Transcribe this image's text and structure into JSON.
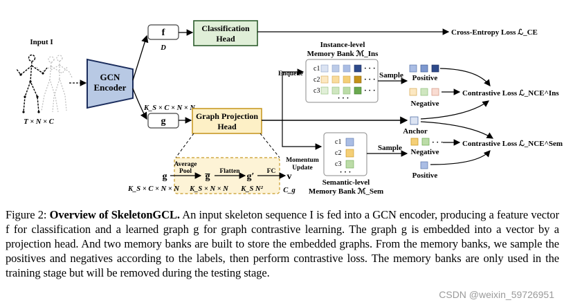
{
  "figure": {
    "input_label": "Input I",
    "input_dims": "T × N × C",
    "encoder_label_1": "GCN",
    "encoder_label_2": "Encoder",
    "f_symbol": "f",
    "f_dim": "D",
    "g_symbol": "g",
    "g_dim": "K_S × C × N × N",
    "classification_head_1": "Classification",
    "classification_head_2": "Head",
    "ce_loss": "Cross-Entropy Loss ℒ_CE",
    "projection_head_1": "Graph Projection",
    "projection_head_2": "Head",
    "instance_bank_1": "Instance-level",
    "instance_bank_2": "Memory Bank ℳ_Ins",
    "semantic_bank_1": "Semantic-level",
    "semantic_bank_2": "Memory Bank ℳ_Sem",
    "enqueue": "Enqueue",
    "momentum_1": "Momentum",
    "momentum_2": "Update",
    "sample_1": "Sample",
    "sample_2": "Sample",
    "positive_1": "Positive",
    "negative_1": "Negative",
    "anchor": "Anchor",
    "negative_2": "Negative",
    "positive_2": "Positive",
    "contrastive_ins": "Contrastive Loss ℒ_NCE^Ins",
    "contrastive_sem": "Contrastive Loss ℒ_NCE^Sem",
    "class_labels": [
      "c1",
      "c2",
      "c3"
    ],
    "ellipsis": "· · ·",
    "detail_g": "g",
    "detail_g_dim": "K_S × C × N × N",
    "avg_pool_1": "Average",
    "avg_pool_2": "Pool",
    "g_bar": "g̅",
    "g_bar_dim": "K_S × N × N",
    "flatten": "Flatten",
    "g_prime": "g′",
    "g_prime_dim": "K_S N²",
    "fc": "FC",
    "v": "v",
    "v_dim": "C_g"
  },
  "colors": {
    "encoder_fill": "#b8c9e4",
    "classification_fill": "#e0efd8",
    "projection_fill": "#fdf0c6",
    "detail_fill": "#fdf3d6",
    "bank_fill": "#ffffff"
  },
  "caption": {
    "prefix": "Figure 2: ",
    "title": "Overview of SkeletonGCL.",
    "body": "An input skeleton sequence I is fed into a GCN encoder, producing a feature vector f for classification and a learned graph g for graph contrastive learning. The graph g is embedded into a vector by a projection head. And two memory banks are built to store the embedded graphs. From the memory banks, we sample the positives and negatives according to the labels, then perform contrastive loss. The memory banks are only used in the training stage but will be removed during the testing stage."
  },
  "watermark": "CSDN @weixin_59726951"
}
